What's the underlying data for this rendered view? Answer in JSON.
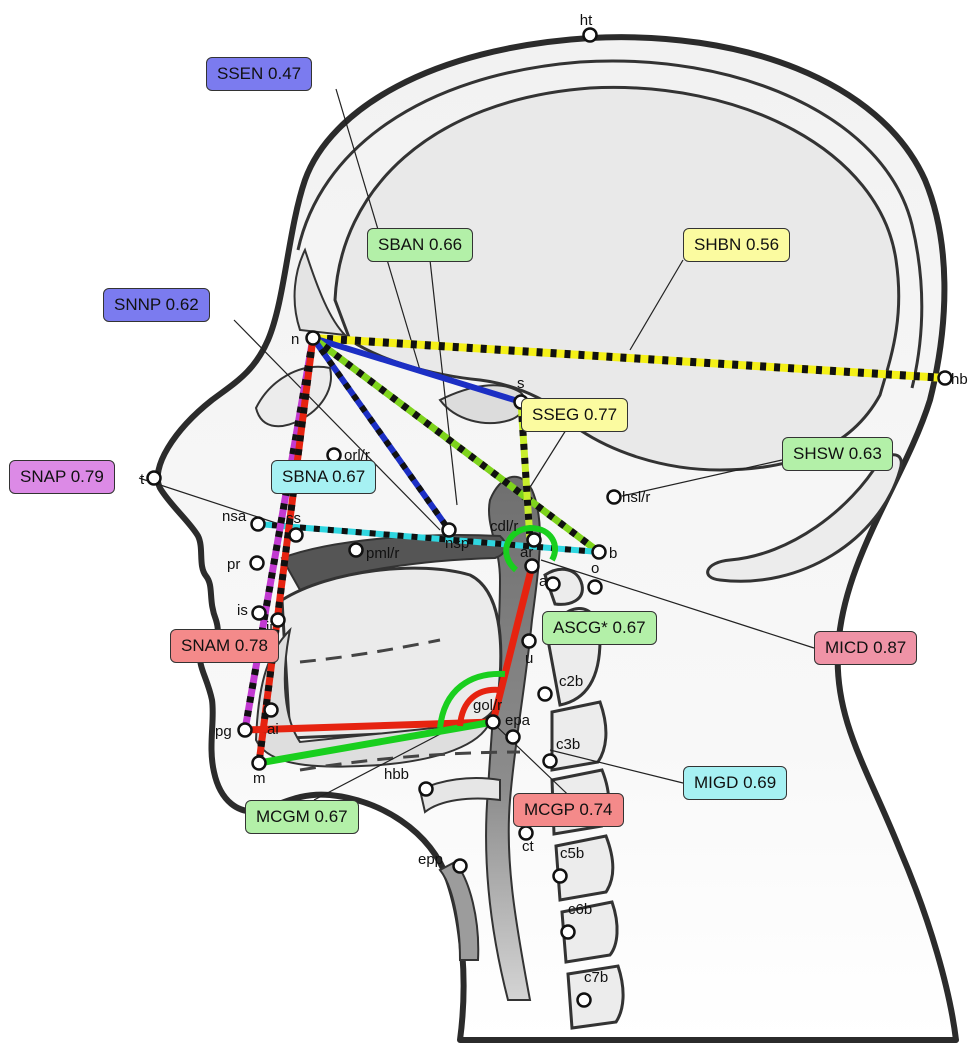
{
  "landmarks": {
    "ht": "ht",
    "hb": "hb",
    "n": "n",
    "s": "s",
    "orl_r": "orl/r",
    "hsl_r": "hsl/r",
    "t": "t",
    "nsa": "nsa",
    "ss": "ss",
    "nsp": "nsp",
    "cdl_r": "cdl/r",
    "ba": "b",
    "ar": "ar",
    "pml_r": "pml/r",
    "pr": "pr",
    "a": "a",
    "o": "o",
    "is": "is",
    "ii": "ii",
    "u": "u",
    "c2b": "c2b",
    "ai": "ai",
    "pg": "pg",
    "gol_r": "gol/r",
    "epa": "epa",
    "c3b": "c3b",
    "m": "m",
    "hbb": "hbb",
    "ct": "ct",
    "c5b": "c5b",
    "epp": "epp",
    "c6b": "c6b",
    "c7b": "c7b"
  },
  "labels": {
    "ssen": "SSEN 0.47",
    "sban": "SBAN 0.66",
    "shbn": "SHBN 0.56",
    "snnp": "SNNP 0.62",
    "sseg": "SSEG 0.77",
    "shsw": "SHSW 0.63",
    "snap": "SNAP 0.79",
    "sbna": "SBNA 0.67",
    "ascg": "ASCG* 0.67",
    "snam": "SNAM 0.78",
    "micd": "MICD 0.87",
    "mcgm": "MCGM 0.67",
    "mcgp": "MCGP 0.74",
    "migd": "MIGD 0.69"
  },
  "colors": {
    "blue_label": "#7b7bef",
    "green_label": "#b3f0a8",
    "yellow_label": "#fbfba0",
    "purple_label": "#dc8ae6",
    "cyan_label": "#a6f1f3",
    "red_label": "#f48a8a",
    "pink_label": "#ef93a6",
    "line_blue": "#1c2fc4",
    "line_yellow": "#f4f018",
    "line_green": "#7ed31c",
    "line_cyan": "#2fd6e0",
    "line_magenta": "#c23ad1",
    "line_red": "#e62310",
    "line_bright_green": "#19cf1e"
  }
}
